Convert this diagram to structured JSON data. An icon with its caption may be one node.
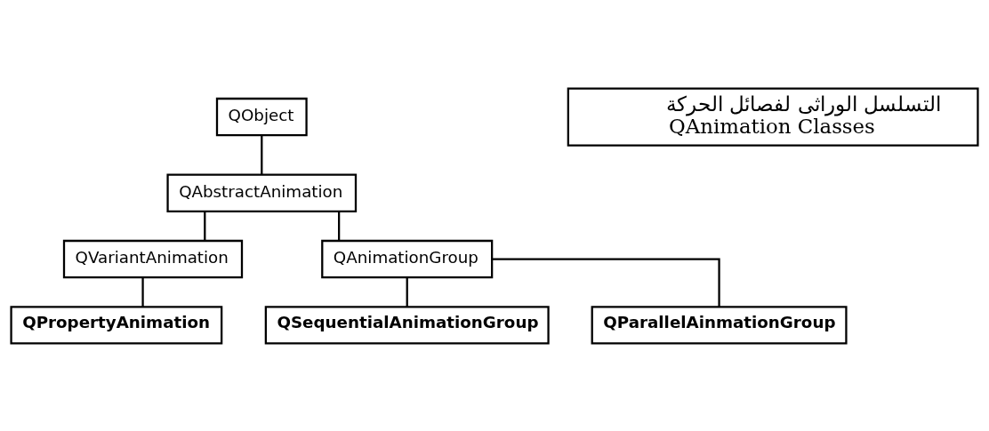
{
  "diagram": {
    "nodes": [
      {
        "text": [
          "التسلسل الوراثى لفصائل الحركة",
          "QAnimation Classes"
        ]
      },
      {
        "text": [
          "QObject"
        ]
      },
      {
        "text": [
          "QAbstractAnimation"
        ]
      },
      {
        "text": [
          "QVariantAnimation"
        ]
      },
      {
        "text": [
          "QAnimationGroup"
        ]
      },
      {
        "text": [
          "QPropertyAnimation"
        ]
      },
      {
        "text": [
          "QSequentialAnimationGroup"
        ]
      },
      {
        "text": [
          "QParallelAinmationGroup"
        ]
      }
    ],
    "edges": [
      {
        "from": 1,
        "to": 2,
        "arrow": "none"
      },
      {
        "from": 2,
        "to": 3,
        "arrow": "none"
      },
      {
        "from": 2,
        "to": 4,
        "arrow": "none"
      },
      {
        "from": 3,
        "to": 5,
        "arrow": "none"
      },
      {
        "from": 4,
        "to": 6,
        "arrow": "none"
      },
      {
        "from": 4,
        "to": 7,
        "arrow": "none"
      }
    ]
  }
}
